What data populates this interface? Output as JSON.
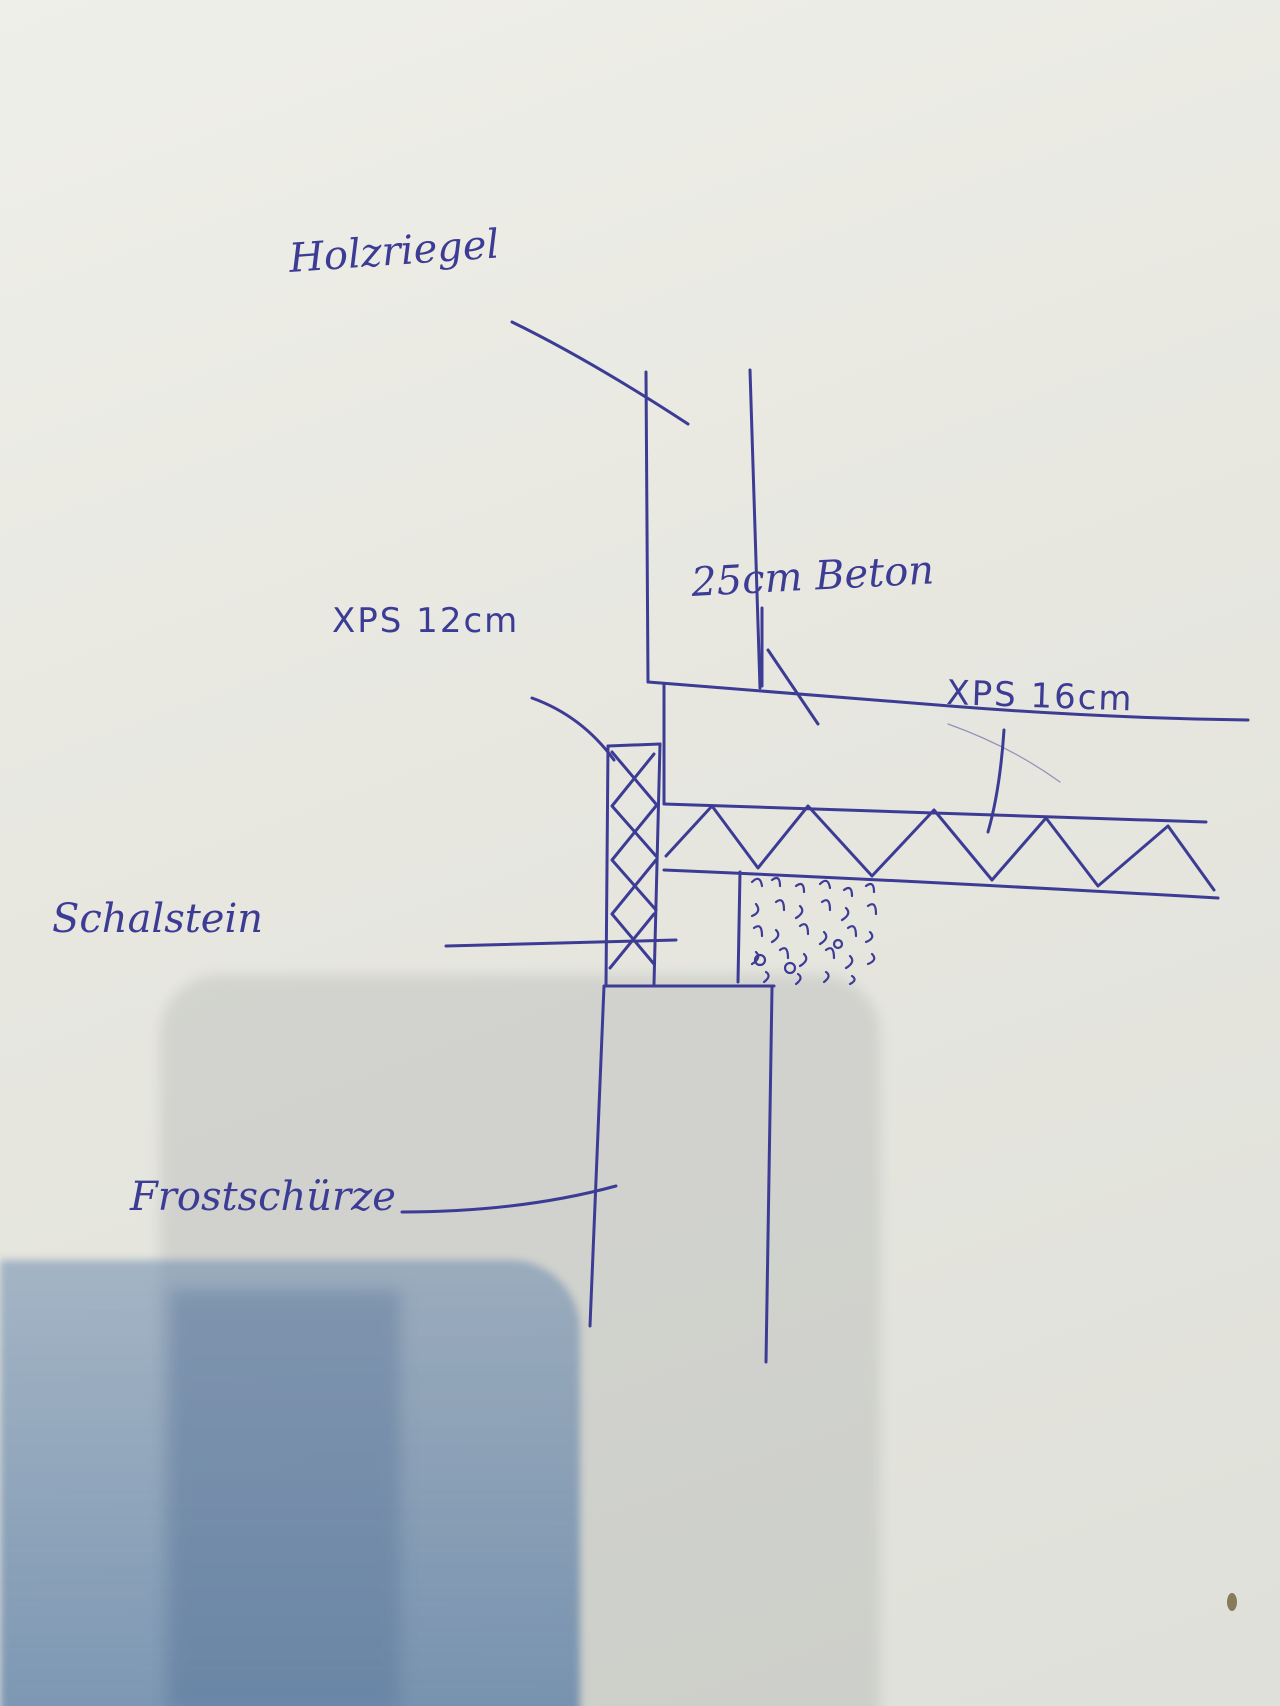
{
  "labels": {
    "holzriegel": "Holzriegel",
    "beton": "25cm Beton",
    "xps_wall": "XPS 12cm",
    "xps_floor": "XPS 16cm",
    "schalstein": "Schalstein",
    "frostschuerze": "Frostschürze"
  },
  "ink_color": "#3d3c95"
}
